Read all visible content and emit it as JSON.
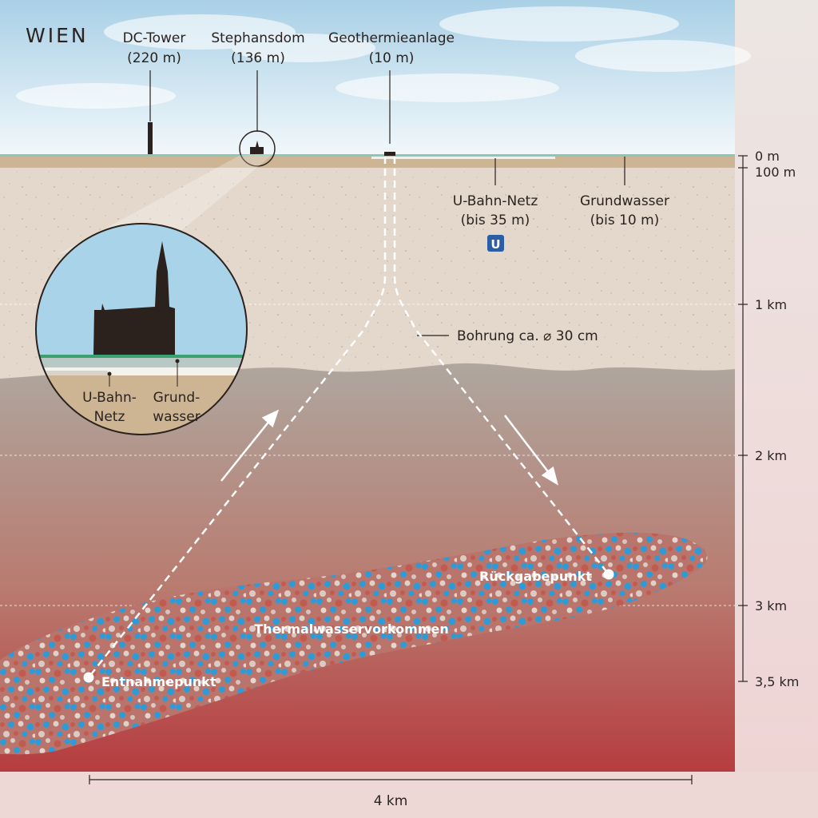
{
  "city": "WIEN",
  "landmarks": {
    "dc_tower": {
      "name": "DC-Tower",
      "height": "(220 m)"
    },
    "stephansdom": {
      "name": "Stephansdom",
      "height": "(136 m)"
    },
    "geothermie": {
      "name": "Geothermieanlage",
      "height": "(10 m)"
    }
  },
  "underground": {
    "ubahn": {
      "name": "U-Bahn-Netz",
      "depth": "(bis 35 m)",
      "symbol": "U"
    },
    "grundwasser": {
      "name": "Grundwasser",
      "depth": "(bis 10 m)"
    }
  },
  "bohrung": "Bohrung ca. ⌀ 30 cm",
  "inset": {
    "ubahn_line1": "U-Bahn-",
    "ubahn_line2": "Netz",
    "grundwasser_line1": "Grund-",
    "grundwasser_line2": "wasser"
  },
  "reservoir": {
    "name": "Thermalwasservorkommen",
    "entnahme": "Entnahmepunkt",
    "rueckgabe": "Rückgabepunkt"
  },
  "depth_scale": [
    "0 m",
    "100 m",
    "1 km",
    "2 km",
    "3 km",
    "3,5 km"
  ],
  "width_scale": "4 km",
  "colors": {
    "sky_top": "#b4d7ea",
    "sky_bottom": "#eef6fa",
    "soil_light": "#e4d8cc",
    "rock_mid": "#b8aea6",
    "rock_deep": "#b63e40",
    "reservoir_blue": "#2f9bd6",
    "reservoir_red": "#c26a62",
    "ubahn_badge": "#2c5ea8",
    "text": "#2b2320"
  }
}
